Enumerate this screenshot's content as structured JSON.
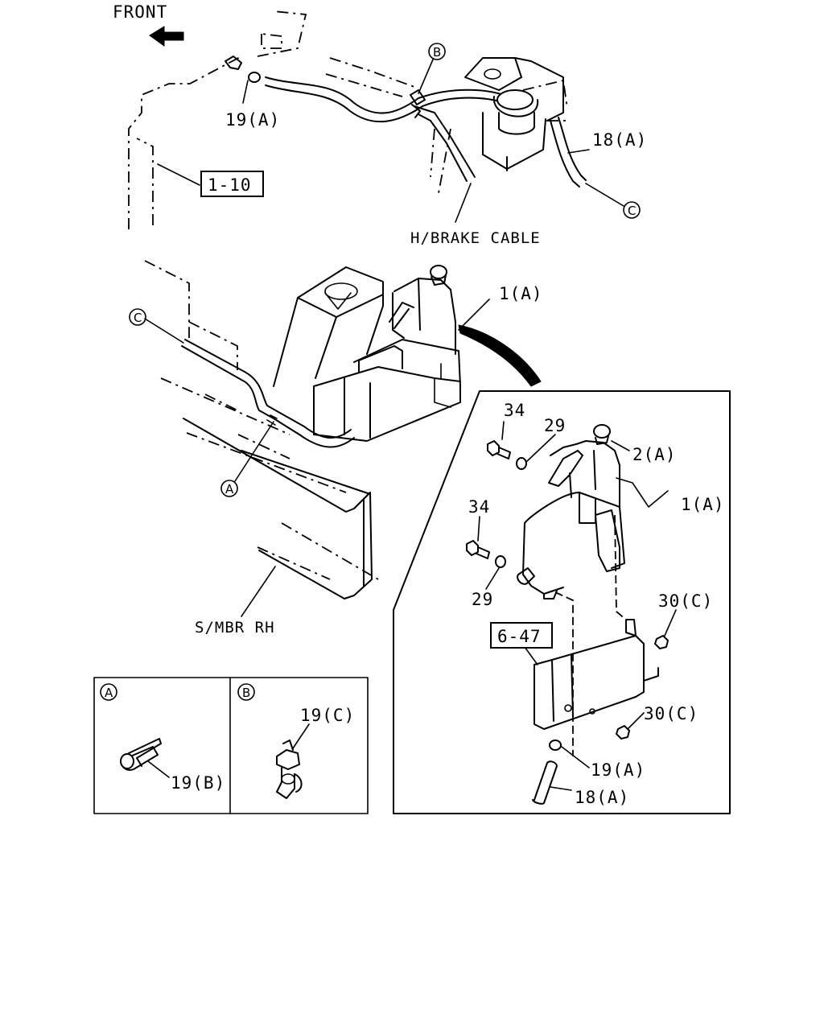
{
  "labels": {
    "front": "FRONT",
    "hbrake": "H/BRAKE CABLE",
    "smbr": "S/MBR RH",
    "ref_1_10": "1-10",
    "ref_6_47": "6-47"
  },
  "callouts": {
    "p19a_top": "19(A)",
    "p18a_top": "18(A)",
    "p1a_main": "1(A)",
    "p34_a": "34",
    "p29_a": "29",
    "p2a": "2(A)",
    "p1a_detail": "1(A)",
    "p34_b": "34",
    "p29_b": "29",
    "p30c_a": "30(C)",
    "p30c_b": "30(C)",
    "p19a_detail": "19(A)",
    "p18a_detail": "18(A)",
    "p19b": "19(B)",
    "p19c": "19(C)"
  },
  "circled": {
    "a": "A",
    "b": "B",
    "c": "C"
  }
}
